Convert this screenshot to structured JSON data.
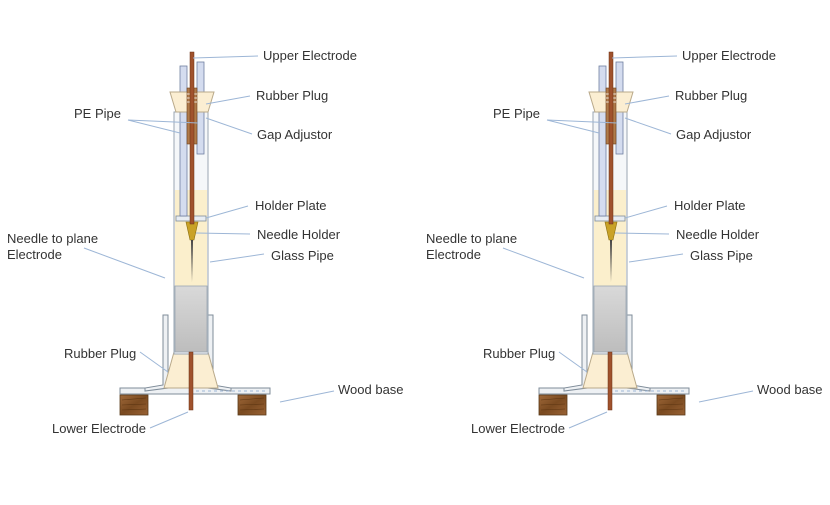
{
  "labels": {
    "upper_electrode": "Upper Electrode",
    "rubber_plug_top": "Rubber Plug",
    "pe_pipe": "PE Pipe",
    "gap_adjustor": "Gap Adjustor",
    "holder_plate": "Holder Plate",
    "needle_holder": "Needle Holder",
    "needle_to_plane_line1": "Needle to plane",
    "needle_to_plane_line2": "Electrode",
    "glass_pipe": "Glass Pipe",
    "rubber_plug_bottom": "Rubber Plug",
    "wood_base": "Wood base",
    "lower_electrode": "Lower Electrode"
  },
  "colors": {
    "glass": "#e7ecef",
    "oil": "#fbefcc",
    "copper": "#a0522d",
    "rubber": "#fbeed2",
    "wood": "#8b5a2b",
    "pe_pipe": "#d4dcef",
    "holder": "#c9a227",
    "leader": "#9db6d6"
  }
}
